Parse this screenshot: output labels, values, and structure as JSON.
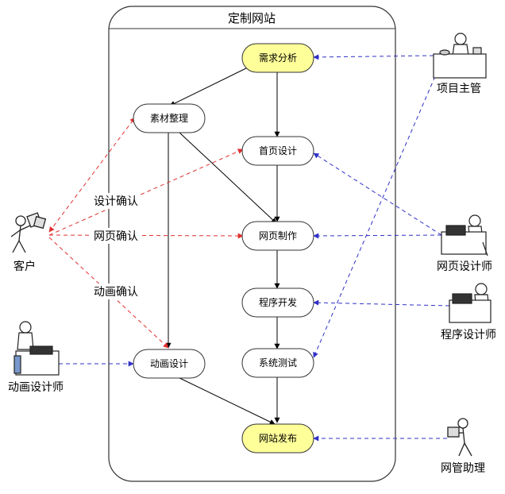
{
  "swimlane": {
    "title": "定制网站"
  },
  "nodes": {
    "xuqiu": "需求分析",
    "sucai": "素材整理",
    "shouye": "首页设计",
    "wangye": "网页制作",
    "chengxu": "程序开发",
    "donghua": "动画设计",
    "ceshi": "系统测试",
    "fabu": "网站发布"
  },
  "actors": {
    "kehu": "客户",
    "xiangmu": "项目主管",
    "wangyesheji": "网页设计师",
    "chengxusheji": "程序设计师",
    "donghuasheji": "动画设计师",
    "wangguan": "网管助理"
  },
  "edge_labels": {
    "sheji_queren": "设计确认",
    "wangye_queren": "网页确认",
    "donghua_queren": "动画确认"
  },
  "colors": {
    "start_end_fill": "#FFFF99",
    "node_fill": "#FFFFFF",
    "flow_line": "#000000",
    "client_link": "#E03030",
    "staff_link": "#3030C8"
  },
  "icons": {
    "kehu": "person-walking-icon",
    "xiangmu": "person-at-desk-icon",
    "wangyesheji": "person-at-computer-icon",
    "chengxusheji": "person-at-computer-icon",
    "donghuasheji": "person-at-computer-icon",
    "wangguan": "person-walking-icon"
  }
}
